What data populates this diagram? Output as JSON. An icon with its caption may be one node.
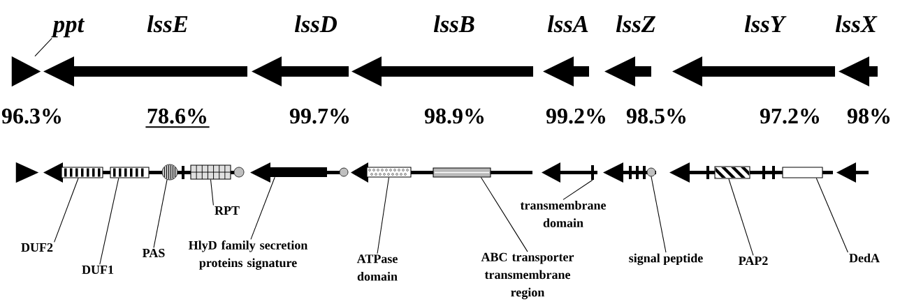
{
  "diagram": {
    "nodes": [
      {
        "text": [
          "ppt"
        ]
      },
      {
        "text": [],
        "shape": "triangle"
      },
      {
        "text": [],
        "shape": "arrow"
      },
      {
        "text": [],
        "shape": "arrow"
      },
      {
        "text": [],
        "shape": "arrow"
      },
      {
        "text": [],
        "shape": "arrow"
      },
      {
        "text": [],
        "shape": "arrow"
      },
      {
        "text": [],
        "shape": "arrow"
      },
      {
        "text": [],
        "shape": "arrow"
      },
      {
        "text": [],
        "shape": "triangle"
      },
      {
        "text": [],
        "shape": "arrow"
      },
      {
        "text": [],
        "shape": "box",
        "in": 10
      },
      {
        "text": [],
        "shape": "box",
        "in": 10
      },
      {
        "text": [],
        "shape": "circle",
        "in": 10
      },
      {
        "text": [],
        "shape": "box",
        "in": 10
      },
      {
        "text": [],
        "shape": "arrow"
      },
      {
        "text": [],
        "shape": "bar",
        "in": 15
      },
      {
        "text": [],
        "shape": "arrow"
      },
      {
        "text": [],
        "shape": "box",
        "in": 17
      },
      {
        "text": [],
        "shape": "box",
        "in": 17
      },
      {
        "text": [],
        "shape": "arrow"
      },
      {
        "text": [],
        "shape": "bar",
        "in": 20
      },
      {
        "text": [],
        "shape": "arrow"
      },
      {
        "text": [],
        "shape": "circle",
        "in": 22
      },
      {
        "text": [],
        "shape": "arrow"
      },
      {
        "text": [],
        "shape": "box",
        "in": 24
      },
      {
        "text": [],
        "shape": "box",
        "in": 24
      },
      {
        "text": [],
        "shape": "arrow"
      },
      {
        "text": [
          "DUF2"
        ]
      },
      {
        "text": [
          "DUF1"
        ]
      },
      {
        "text": [
          "PAS"
        ]
      },
      {
        "text": [
          "RPT"
        ]
      },
      {
        "text": [
          "HlyD family secretion proteins signature"
        ]
      },
      {
        "text": [
          "ATPase domain"
        ]
      },
      {
        "text": [
          "ABC transporter transmembrane region"
        ]
      },
      {
        "text": [
          "transmembrane domain"
        ]
      },
      {
        "text": [
          "signal peptide"
        ]
      },
      {
        "text": [
          "PAP2"
        ]
      },
      {
        "text": [
          "DedA"
        ]
      }
    ],
    "edges": [
      {
        "from": 0,
        "to": 1,
        "arrow": "none"
      },
      {
        "from": 28,
        "to": 11,
        "arrow": "none"
      },
      {
        "from": 29,
        "to": 12,
        "arrow": "none"
      },
      {
        "from": 30,
        "to": 13,
        "arrow": "none"
      },
      {
        "from": 31,
        "to": 14,
        "arrow": "none"
      },
      {
        "from": 32,
        "to": 16,
        "arrow": "none"
      },
      {
        "from": 33,
        "to": 18,
        "arrow": "none"
      },
      {
        "from": 34,
        "to": 19,
        "arrow": "none"
      },
      {
        "from": 35,
        "to": 21,
        "arrow": "none"
      },
      {
        "from": 36,
        "to": 23,
        "arrow": "none"
      },
      {
        "from": 37,
        "to": 25,
        "arrow": "none"
      },
      {
        "from": 38,
        "to": 26,
        "arrow": "none"
      }
    ],
    "labels": [
      "lssE",
      "lssD",
      "lssB",
      "lssA",
      "lssZ",
      "lssY",
      "lssX",
      "96.3%",
      "78.6%",
      "99.7%",
      "98.9%",
      "99.2%",
      "98.5%",
      "97.2%",
      "98%"
    ]
  }
}
